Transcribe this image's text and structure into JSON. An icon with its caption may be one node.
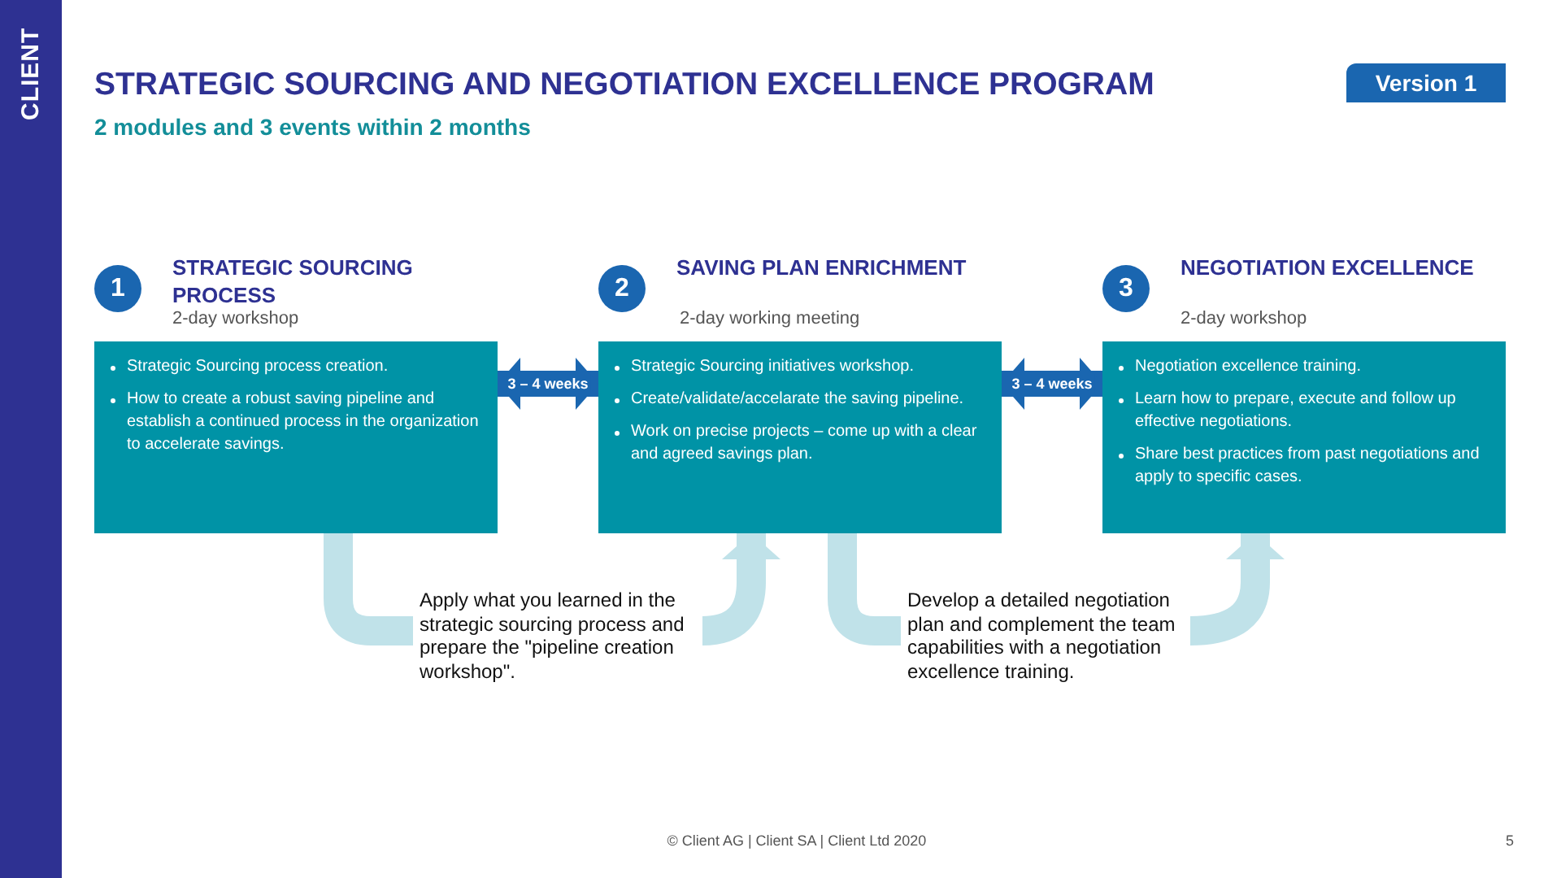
{
  "diagram": {
    "title": "STRATEGIC SOURCING AND NEGOTIATION EXCELLENCE PROGRAM",
    "nodes": [
      {
        "text": [
          "STRATEGIC SOURCING PROCESS",
          "2-day workshop",
          "Strategic Sourcing process creation.",
          "How to create a robust saving pipeline and establish a continued process in the organization to accelerate savings."
        ]
      },
      {
        "text": [
          "1"
        ]
      },
      {
        "text": [
          "SAVING PLAN ENRICHMENT",
          "2-day working meeting",
          "Strategic Sourcing initiatives workshop.",
          "Create/validate/accelarate the saving pipeline.",
          "Work on precise projects – come up with a clear and agreed savings plan."
        ]
      },
      {
        "text": [
          "2"
        ]
      },
      {
        "text": [
          "NEGOTIATION EXCELLENCE",
          "2-day workshop",
          "Negotiation excellence training.",
          "Learn how to prepare, execute and follow up effective negotiations.",
          "Share best practices from past negotiations and apply to specific cases."
        ]
      },
      {
        "text": [
          "3"
        ]
      },
      {
        "text": [
          "Apply what you learned in the strategic sourcing process and prepare the \"pipeline creation workshop\"."
        ]
      },
      {
        "text": [
          "Develop a detailed negotiation plan and complement the team capabilities with a negotiation excellence training."
        ]
      }
    ],
    "edges": [
      {
        "from": 0,
        "to": 2,
        "arrow": "both",
        "label": "3 – 4 weeks",
        "color": "#1a66b0"
      },
      {
        "from": 2,
        "to": 4,
        "arrow": "both",
        "label": "3 – 4 weeks",
        "color": "#1a66b0"
      },
      {
        "from": 0,
        "to": 6,
        "arrow": "none",
        "color": "#c0e2e9"
      },
      {
        "from": 6,
        "to": 2,
        "arrow": "to",
        "color": "#c0e2e9"
      },
      {
        "from": 2,
        "to": 7,
        "arrow": "none",
        "color": "#c0e2e9"
      },
      {
        "from": 7,
        "to": 4,
        "arrow": "to",
        "color": "#c0e2e9"
      }
    ],
    "labels": [
      "CLIENT",
      "Version 1",
      "2 modules and 3 events within 2 months",
      "© Client AG | Client SA | Client Ltd 2020",
      "5"
    ]
  }
}
